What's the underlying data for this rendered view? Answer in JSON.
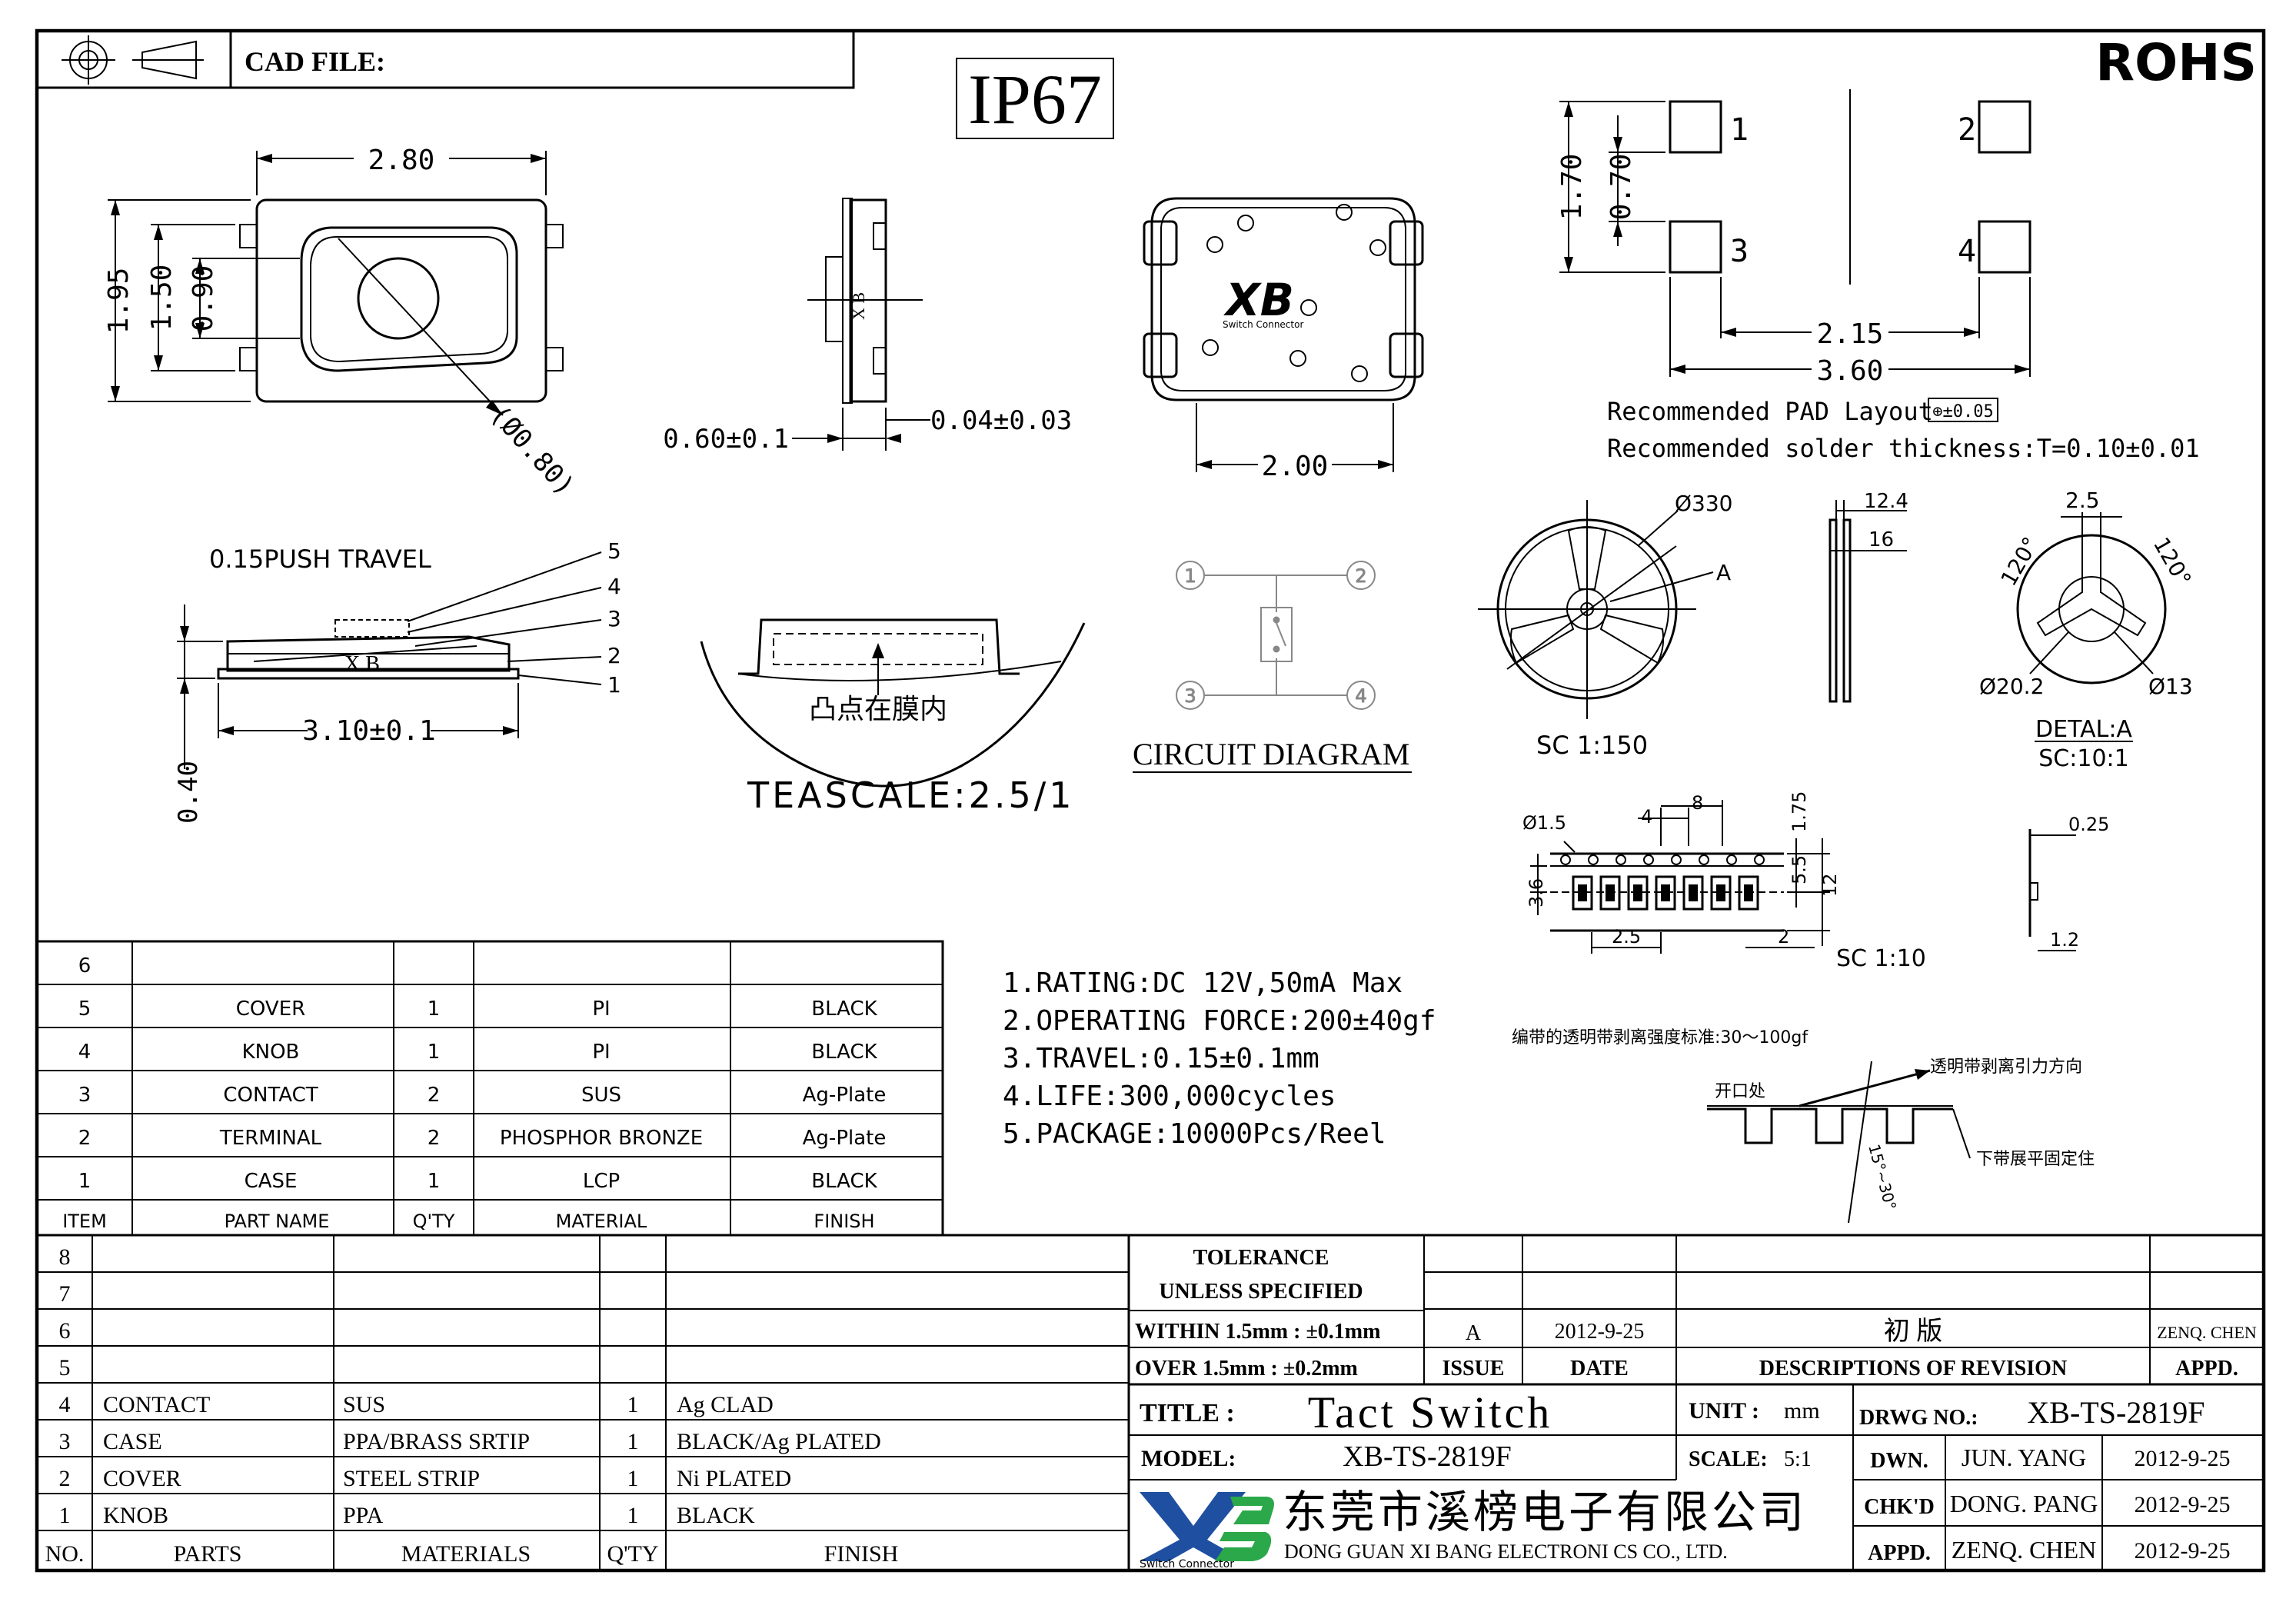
{
  "header": {
    "cad_file_label": "CAD FILE:",
    "ip_rating": "IP67",
    "rohs": "ROHS"
  },
  "top_view": {
    "dim_width": "2.80",
    "dim_height_outer": "1.95",
    "dim_height_mid": "1.50",
    "dim_height_inner": "0.90",
    "dim_dia": "(Ø0.80)"
  },
  "side_view": {
    "dim_thickness": "0.60±0.1",
    "dim_offset": "0.04±0.03",
    "mark": "X B"
  },
  "body_view": {
    "logo": "XB",
    "logo_sub": "Switch Connector",
    "dim_width": "2.00"
  },
  "pad_layout": {
    "pins": [
      "1",
      "2",
      "3",
      "4"
    ],
    "dim_h1": "1.70",
    "dim_h2": "0.70",
    "dim_w1": "2.15",
    "dim_w2": "3.60",
    "note1": "Recommended PAD Layout",
    "tolerance": "⊕±0.05",
    "note2": "Recommended solder thickness:T=0.10±0.01"
  },
  "section_view": {
    "push_travel": "0.15PUSH TRAVEL",
    "callouts": [
      "5",
      "4",
      "3",
      "2",
      "1"
    ],
    "mark": "X B",
    "dim_width": "3.10±0.1",
    "dim_height": "0.40"
  },
  "detail_view": {
    "note": "凸点在膜内",
    "scale": "TEASCALE:2.5/1"
  },
  "circuit": {
    "pins": [
      "1",
      "2",
      "3",
      "4"
    ],
    "title": "CIRCUIT DIAGRAM"
  },
  "reel": {
    "dia": "Ø330",
    "ref": "A",
    "scale": "SC 1:150",
    "w1": "12.4",
    "w2": "16",
    "detail_w": "2.5",
    "angle1": "120°",
    "angle2": "120°",
    "d1": "Ø20.2",
    "d2": "Ø13",
    "detail_title": "DETAL:A",
    "detail_scale": "SC:10:1"
  },
  "tape": {
    "hole_dia": "Ø1.5",
    "pitch1": "4",
    "pitch2": "8",
    "edge": "1.75",
    "h1": "5.5",
    "h2": "12",
    "h3": "3.6",
    "p3": "2.5",
    "p4": "2",
    "scale": "SC 1:10",
    "t1": "0.25",
    "t2": "1.2"
  },
  "specs": [
    "1.RATING:DC 12V,50mA Max",
    "2.OPERATING FORCE:200±40gf",
    "3.TRAVEL:0.15±0.1mm",
    "4.LIFE:300,000cycles",
    "5.PACKAGE:10000Pcs/Reel"
  ],
  "peel": {
    "standard": "编带的透明带剥离强度标准:30～100gf",
    "opening": "开口处",
    "direction": "透明带剥离引力方向",
    "fixed": "下带展平固定住",
    "angle": "15°~30°"
  },
  "parts_table": {
    "headers": [
      "ITEM",
      "PART NAME",
      "Q'TY",
      "MATERIAL",
      "FINISH"
    ],
    "rows": [
      [
        "6",
        "",
        "",
        "",
        ""
      ],
      [
        "5",
        "COVER",
        "1",
        "PI",
        "BLACK"
      ],
      [
        "4",
        "KNOB",
        "1",
        "PI",
        "BLACK"
      ],
      [
        "3",
        "CONTACT",
        "2",
        "SUS",
        "Ag-Plate"
      ],
      [
        "2",
        "TERMINAL",
        "2",
        "PHOSPHOR BRONZE",
        "Ag-Plate"
      ],
      [
        "1",
        "CASE",
        "1",
        "LCP",
        "BLACK"
      ]
    ]
  },
  "bom_table": {
    "headers": [
      "NO.",
      "PARTS",
      "MATERIALS",
      "Q'TY",
      "FINISH"
    ],
    "rows": [
      [
        "8",
        "",
        "",
        "",
        ""
      ],
      [
        "7",
        "",
        "",
        "",
        ""
      ],
      [
        "6",
        "",
        "",
        "",
        ""
      ],
      [
        "5",
        "",
        "",
        "",
        ""
      ],
      [
        "4",
        "CONTACT",
        "SUS",
        "1",
        "Ag CLAD"
      ],
      [
        "3",
        "CASE",
        "PPA/BRASS SRTIP",
        "1",
        "BLACK/Ag PLATED"
      ],
      [
        "2",
        "COVER",
        "STEEL STRIP",
        "1",
        "Ni PLATED"
      ],
      [
        "1",
        "KNOB",
        "PPA",
        "1",
        "BLACK"
      ]
    ]
  },
  "title_block": {
    "tolerance_1": "TOLERANCE",
    "tolerance_2": "UNLESS  SPECIFIED",
    "within": "WITHIN 1.5mm : ±0.1mm",
    "over": "OVER 1.5mm : ±0.2mm",
    "issue_val": "A",
    "date_val": "2012-9-25",
    "desc_val": "初  版",
    "appd_val": "ZENQ. CHEN",
    "issue_hdr": "ISSUE",
    "date_hdr": "DATE",
    "desc_hdr": "DESCRIPTIONS OF REVISION",
    "appd_hdr": "APPD.",
    "title_label": "TITLE :",
    "title_value": "Tact Switch",
    "unit_label": "UNIT :",
    "unit_value": "mm",
    "drwg_label": "DRWG NO.:",
    "drwg_value": "XB-TS-2819F",
    "model_label": "MODEL:",
    "model_value": "XB-TS-2819F",
    "scale_label": "SCALE:",
    "scale_value": "5:1",
    "dwn_label": "DWN.",
    "dwn_name": "JUN. YANG",
    "dwn_date": "2012-9-25",
    "chkd_label": "CHK'D",
    "chkd_name": "DONG. PANG",
    "chkd_date": "2012-9-25",
    "appd_label": "APPD.",
    "appd_name": "ZENQ. CHEN",
    "appd_date": "2012-9-25",
    "logo": "XB",
    "logo_sub": "Switch Connector",
    "company_cn": "东莞市溪榜电子有限公司",
    "company_en": "DONG GUAN XI BANG  ELECTRONI CS CO., LTD."
  },
  "colors": {
    "logo_blue": "#1f4fa0",
    "logo_green": "#2aa84a"
  }
}
